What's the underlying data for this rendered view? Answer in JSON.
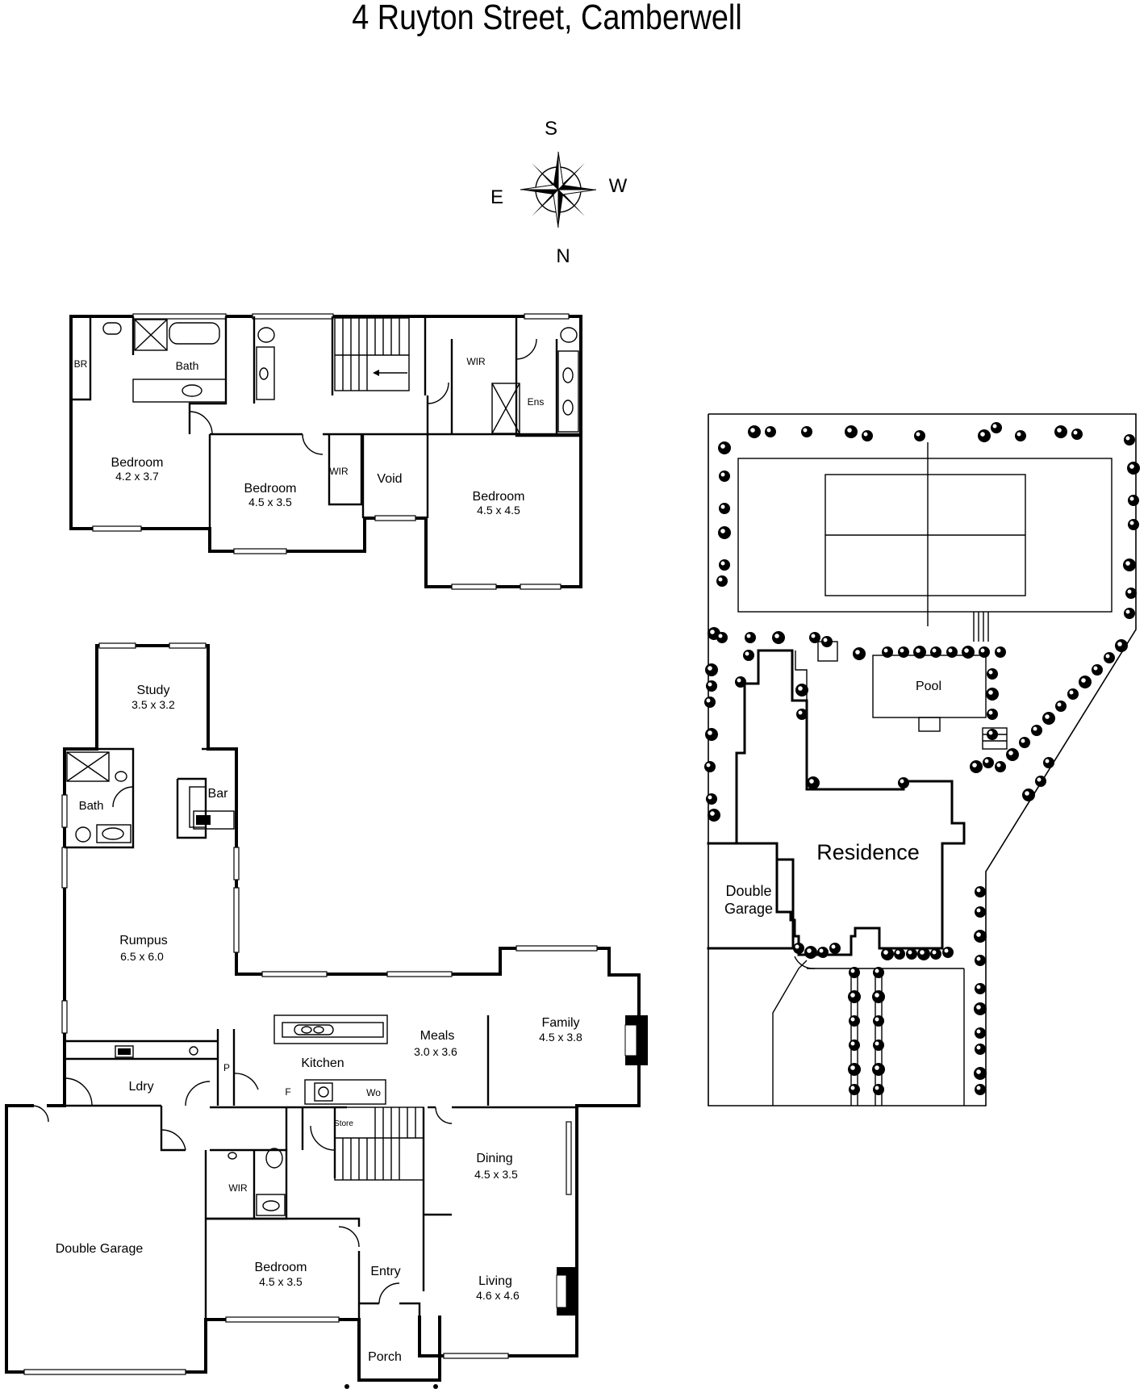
{
  "title": "4 Ruyton Street, Camberwell",
  "compass": {
    "top": "S",
    "right": "W",
    "left": "E",
    "bottom": "N"
  },
  "upper_floor": {
    "rooms": [
      {
        "key": "br",
        "name": "BR",
        "size": ""
      },
      {
        "key": "bath",
        "name": "Bath",
        "size": ""
      },
      {
        "key": "bed1",
        "name": "Bedroom",
        "size": "4.2 x 3.7"
      },
      {
        "key": "bed2",
        "name": "Bedroom",
        "size": "4.5 x 3.5"
      },
      {
        "key": "wir",
        "name": "WIR",
        "size": ""
      },
      {
        "key": "void",
        "name": "Void",
        "size": ""
      },
      {
        "key": "wir2",
        "name": "WIR",
        "size": ""
      },
      {
        "key": "ens",
        "name": "Ens",
        "size": ""
      },
      {
        "key": "bed3",
        "name": "Bedroom",
        "size": "4.5 x 4.5"
      }
    ]
  },
  "ground_floor": {
    "rooms": [
      {
        "key": "study",
        "name": "Study",
        "size": "3.5 x 3.2"
      },
      {
        "key": "bath",
        "name": "Bath",
        "size": ""
      },
      {
        "key": "bar",
        "name": "Bar",
        "size": ""
      },
      {
        "key": "rumpus",
        "name": "Rumpus",
        "size": "6.5 x 6.0"
      },
      {
        "key": "kitchen",
        "name": "Kitchen",
        "size": ""
      },
      {
        "key": "meals",
        "name": "Meals",
        "size": "3.0 x 3.6"
      },
      {
        "key": "family",
        "name": "Family",
        "size": "4.5 x 3.8"
      },
      {
        "key": "ldry",
        "name": "Ldry",
        "size": ""
      },
      {
        "key": "p",
        "name": "P",
        "size": ""
      },
      {
        "key": "f",
        "name": "F",
        "size": ""
      },
      {
        "key": "wo",
        "name": "Wo",
        "size": ""
      },
      {
        "key": "store",
        "name": "Store",
        "size": ""
      },
      {
        "key": "dining",
        "name": "Dining",
        "size": "4.5 x 3.5"
      },
      {
        "key": "garage",
        "name": "Double Garage",
        "size": ""
      },
      {
        "key": "wir",
        "name": "WIR",
        "size": ""
      },
      {
        "key": "bedroom",
        "name": "Bedroom",
        "size": "4.5 x 3.5"
      },
      {
        "key": "entry",
        "name": "Entry",
        "size": ""
      },
      {
        "key": "living",
        "name": "Living",
        "size": "4.6 x 4.6"
      },
      {
        "key": "porch",
        "name": "Porch",
        "size": ""
      }
    ]
  },
  "site_plan": {
    "labels": {
      "pool": "Pool",
      "residence": "Residence",
      "garage_line1": "Double",
      "garage_line2": "Garage"
    }
  }
}
